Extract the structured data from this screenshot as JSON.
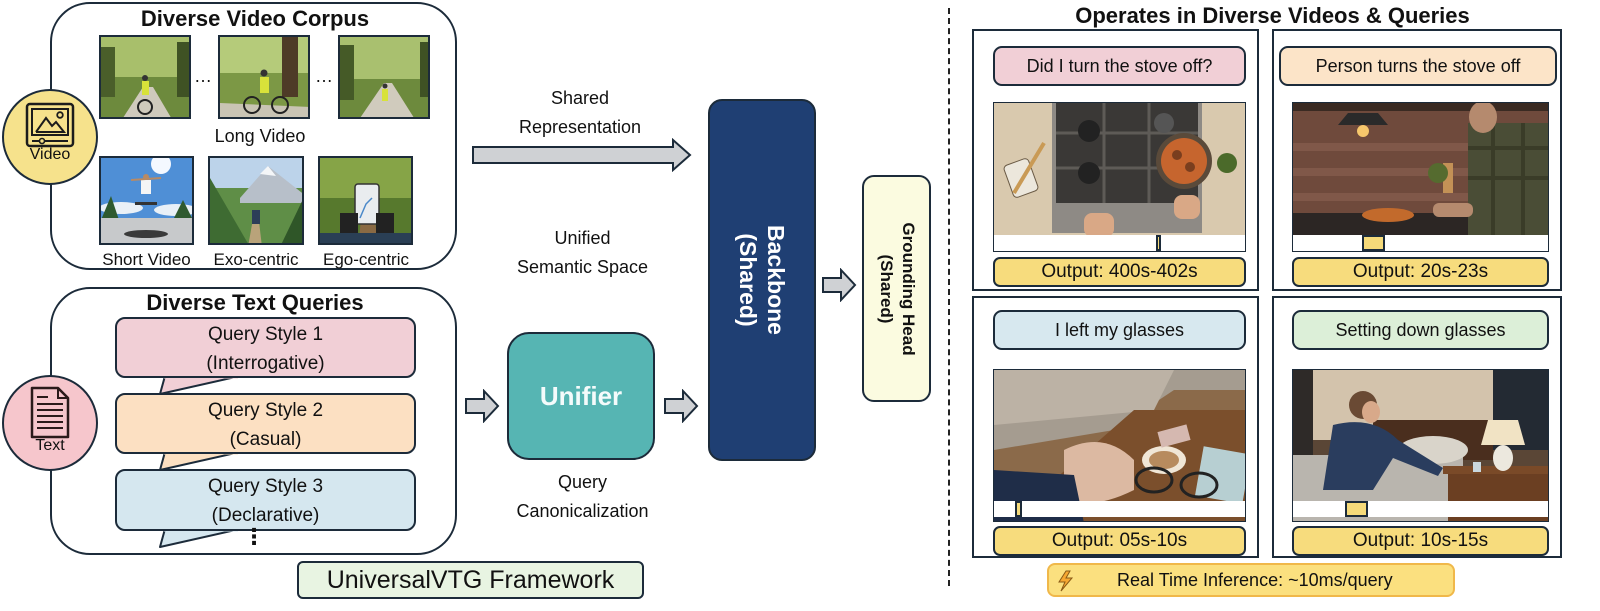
{
  "framework_label": "UniversalVTG Framework",
  "video_corpus": {
    "title": "Diverse Video Corpus",
    "icon_label": "Video",
    "long_video_label": "Long Video",
    "ellipsis": "…",
    "thumbnails_long": [
      "cyclist-frame-start",
      "cyclist-frame-middle",
      "cyclist-frame-end"
    ],
    "categories": [
      {
        "label": "Short Video",
        "scene": "skateboarder-jump"
      },
      {
        "label": "Exo-centric",
        "scene": "mountain-hiker"
      },
      {
        "label": "Ego-centric",
        "scene": "hands-holding-phone-map"
      }
    ],
    "accent": "#f6e28c"
  },
  "text_queries": {
    "title": "Diverse Text Queries",
    "icon_label": "Text",
    "accent": "#f6c6cc",
    "styles": [
      {
        "line1": "Query Style 1",
        "line2": "(Interrogative)",
        "color": "#f1cfd6"
      },
      {
        "line1": "Query Style 2",
        "line2": "(Casual)",
        "color": "#fce0c2"
      },
      {
        "line1": "Query Style 3",
        "line2": "(Declarative)",
        "color": "#d5e7ef"
      }
    ],
    "more": "⋮"
  },
  "center": {
    "shared_representation": [
      "Shared",
      "Representation"
    ],
    "unified_space": [
      "Unified",
      "Semantic Space"
    ],
    "unifier_label": "Unifier",
    "query_canon": [
      "Query",
      "Canonicalization"
    ],
    "backbone": [
      "Backbone",
      "(Shared)"
    ],
    "grounding_head": [
      "Grounding Head",
      "(Shared)"
    ]
  },
  "right": {
    "title": "Operates in Diverse Videos & Queries",
    "examples": [
      {
        "query": "Did I turn the stove off?",
        "query_color": "#f1cfd6",
        "scene": "overhead-stove-cooking",
        "output": "Output: 400s-402s",
        "marker_start": 0.645,
        "marker_end": 0.665
      },
      {
        "query": "Person turns the stove off",
        "query_color": "#fce4c8",
        "scene": "man-at-kitchen-stove",
        "output": "Output: 20s-23s",
        "marker_start": 0.27,
        "marker_end": 0.36
      },
      {
        "query": "I left my glasses",
        "query_color": "#d7e8ef",
        "scene": "hand-with-glasses-coffee-table",
        "output": "Output: 05s-10s",
        "marker_start": 0.085,
        "marker_end": 0.11
      },
      {
        "query": "Setting down glasses",
        "query_color": "#dcefd8",
        "scene": "woman-at-bedside-lamp",
        "output": "Output: 10s-15s",
        "marker_start": 0.205,
        "marker_end": 0.295
      }
    ],
    "realtime": "Real Time Inference: ~10ms/query"
  }
}
